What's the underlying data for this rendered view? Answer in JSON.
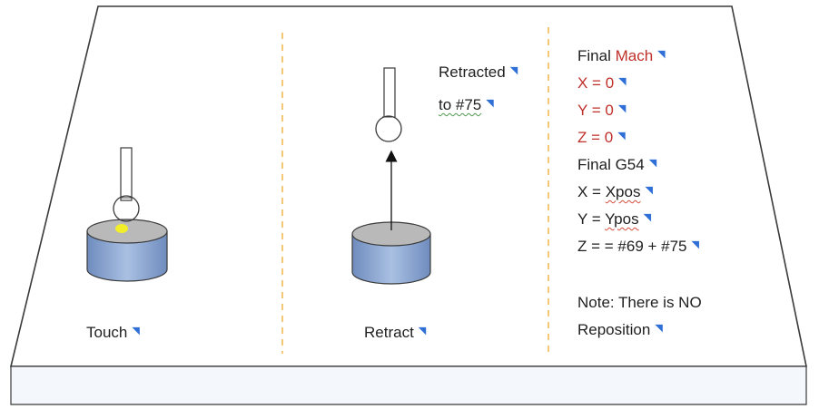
{
  "panels": {
    "touch": {
      "label": "Touch"
    },
    "retract": {
      "label": "Retract",
      "note_line1": "Retracted",
      "note_line2": "to #75"
    },
    "final": {
      "mach_prefix": "Final ",
      "mach_word": "Mach",
      "mach_x": "X = 0",
      "mach_y": "Y = 0",
      "mach_z": "Z = 0",
      "g54_heading": "Final G54",
      "g54_x_prefix": "X = ",
      "g54_x_value": "Xpos",
      "g54_y_prefix": "Y = ",
      "g54_y_value": "Ypos",
      "g54_z": "Z = = #69 + #75",
      "note_line1": "Note: There is NO",
      "note_line2": "Reposition"
    }
  },
  "mark_glyph": "◥",
  "colors": {
    "outline": "#3a3a3a",
    "divider": "#f0b64a",
    "stock_fill": "#7d9ac9",
    "stock_top": "#b9b9b9",
    "contact": "#f2ef2a",
    "red_text": "#c0302a",
    "side_face": "#f4f7fb"
  }
}
